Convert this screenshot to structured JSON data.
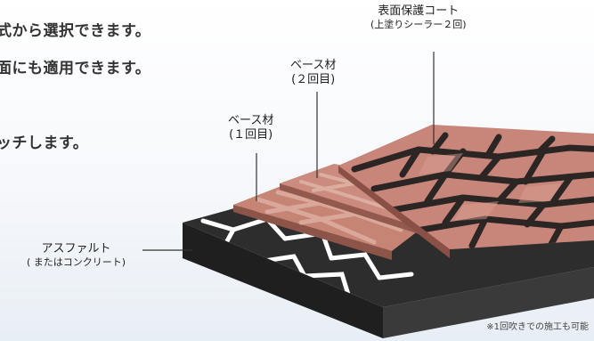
{
  "intro_lines": [
    "式から選択できます。",
    "面にも適用できます。",
    "ッチします。"
  ],
  "labels": {
    "top_coat": {
      "title": "表面保護コート",
      "sub": "(上塗りシーラー２回)"
    },
    "base_2": {
      "title": "ベース材",
      "sub": "(２回目)"
    },
    "base_1": {
      "title": "ベース材",
      "sub": "(１回目)"
    },
    "asphalt": {
      "title": "アスファルト",
      "sub": "( またはコンクリート)"
    }
  },
  "note": "※1回吹きでの施工も可能",
  "colors": {
    "asphalt_dark": "#2d2d2d",
    "brick": "#c8867a",
    "brick_light": "#d9a294",
    "grout": "#2b2523",
    "white_lines": "#ffffff"
  }
}
